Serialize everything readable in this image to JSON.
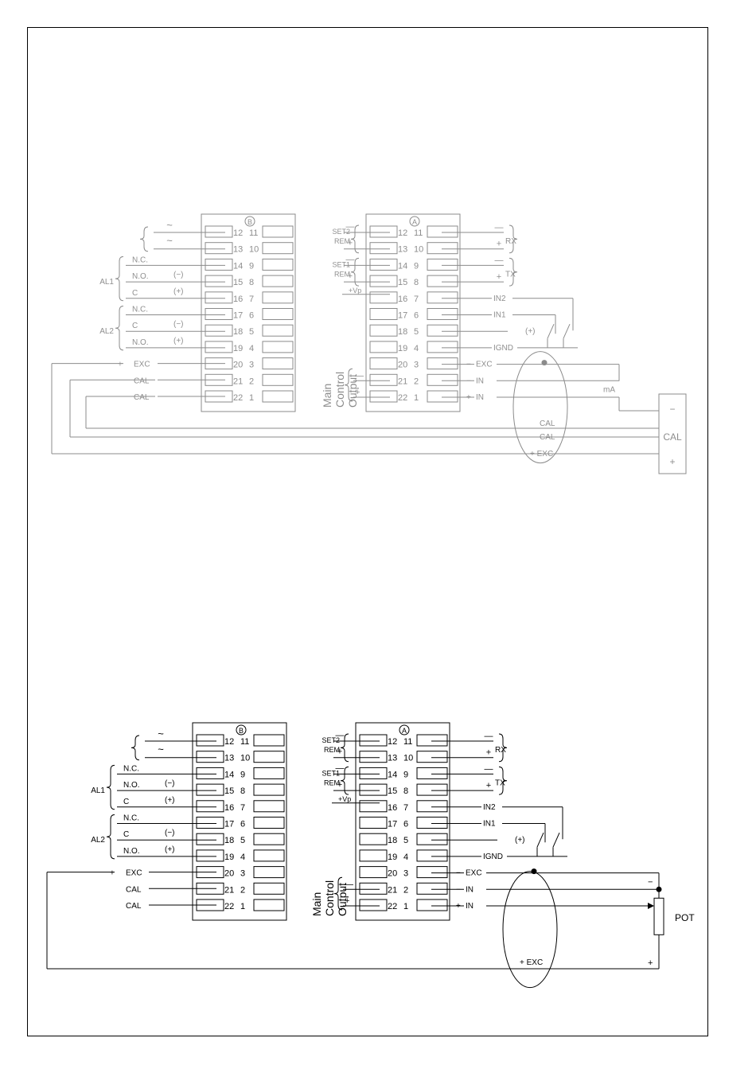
{
  "blocks": [
    {
      "circle": "B",
      "pairs": [
        [
          "12",
          "11"
        ],
        [
          "13",
          "10"
        ],
        [
          "14",
          "9"
        ],
        [
          "15",
          "8"
        ],
        [
          "16",
          "7"
        ],
        [
          "17",
          "6"
        ],
        [
          "18",
          "5"
        ],
        [
          "19",
          "4"
        ],
        [
          "20",
          "3"
        ],
        [
          "21",
          "2"
        ],
        [
          "22",
          "1"
        ]
      ]
    },
    {
      "circle": "A",
      "pairs": [
        [
          "12",
          "11"
        ],
        [
          "13",
          "10"
        ],
        [
          "14",
          "9"
        ],
        [
          "15",
          "8"
        ],
        [
          "16",
          "7"
        ],
        [
          "17",
          "6"
        ],
        [
          "18",
          "5"
        ],
        [
          "19",
          "4"
        ],
        [
          "20",
          "3"
        ],
        [
          "21",
          "2"
        ],
        [
          "22",
          "1"
        ]
      ]
    }
  ],
  "left_labels": {
    "ac": "~",
    "al1": "AL1",
    "al2": "AL2",
    "nc": "N.C.",
    "no": "N.O.",
    "c": "C",
    "minus_paren": "(−)",
    "plus_paren": "(+)",
    "exc": "EXC",
    "cal": "CAL",
    "plus": "+"
  },
  "mid_labels": {
    "set2": "SET2",
    "set1": "SET1",
    "rem": "REM",
    "minus_bar": "—",
    "plus": "+",
    "vp": "+Vp",
    "main": "Main",
    "control": "Control",
    "output": "Output"
  },
  "right_labels": {
    "rx": "RX",
    "tx": "TX",
    "in2": "IN2",
    "in1": "IN1",
    "ignd": "IGND",
    "exc": "EXC",
    "in": "IN",
    "minus": "−",
    "plus": "+",
    "switch_plus": "(+)",
    "ma": "mA",
    "cal": "CAL",
    "pot": "POT",
    "exc_plus": "+ EXC"
  }
}
